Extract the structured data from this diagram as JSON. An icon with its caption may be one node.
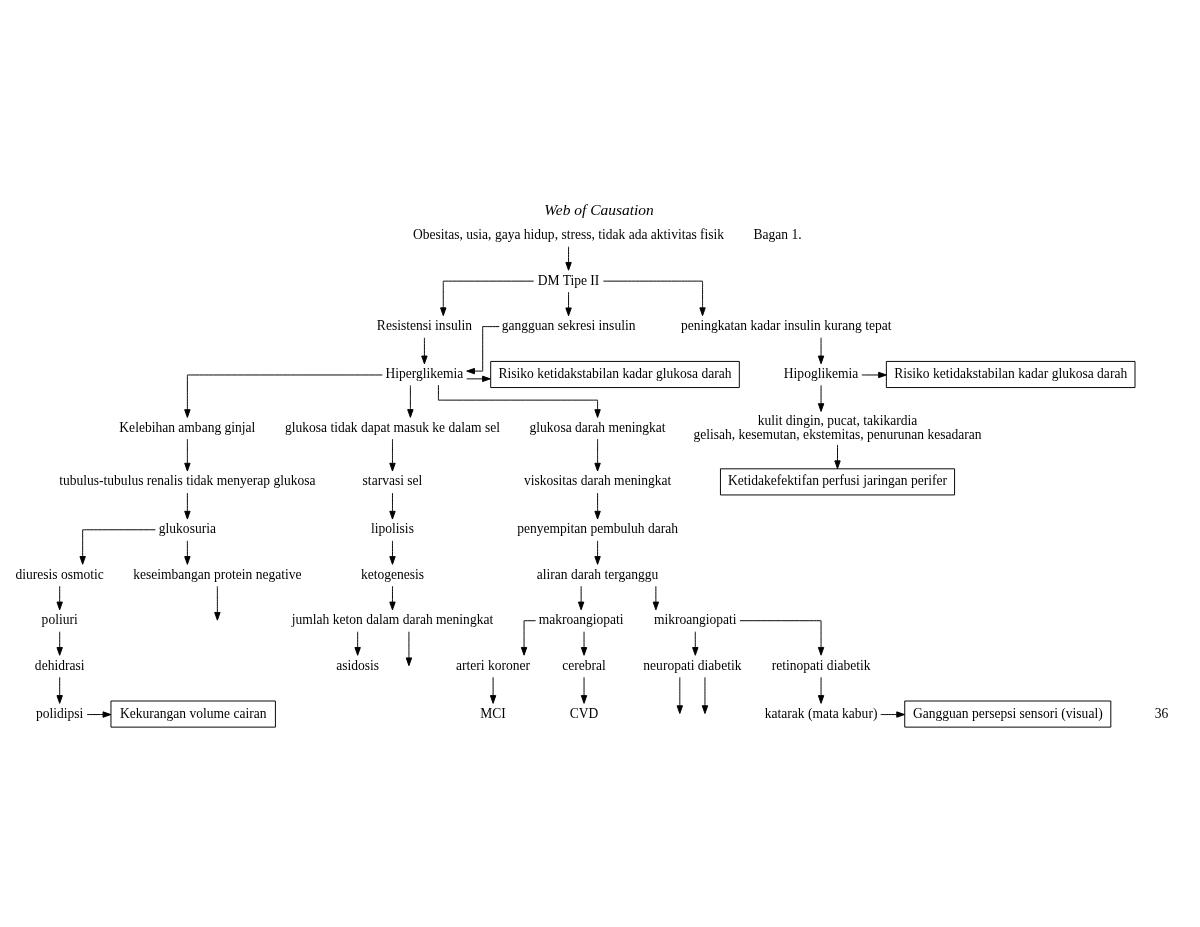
{
  "diagram": {
    "title": "Web of Causation",
    "nodes": [
      {
        "text": [
          "Obesitas, usia, gaya hidup, stress, tidak ada aktivitas fisik"
        ]
      },
      {
        "text": [
          "DM Tipe II"
        ]
      },
      {
        "text": [
          "Resistensi insulin"
        ]
      },
      {
        "text": [
          "gangguan sekresi insulin"
        ]
      },
      {
        "text": [
          "peningkatan kadar insulin kurang tepat"
        ]
      },
      {
        "text": [
          "Risiko ketidakstabilan kadar glukosa darah"
        ]
      },
      {
        "text": [
          "Hiperglikemia"
        ]
      },
      {
        "text": [
          "Risiko ketidakstabilan kadar glukosa darah"
        ]
      },
      {
        "text": [
          "Hipoglikemia"
        ]
      },
      {
        "text": [
          "Kelebihan ambang ginjal"
        ]
      },
      {
        "text": [
          "glukosa tidak dapat masuk ke dalam sel"
        ]
      },
      {
        "text": [
          "glukosa darah meningkat"
        ]
      },
      {
        "text": [
          "kulit dingin, pucat, takikardia",
          "gelisah, kesemutan, ekstemitas, penurunan kesadaran"
        ]
      },
      {
        "text": [
          "tubulus-tubulus renalis tidak menyerap glukosa"
        ]
      },
      {
        "text": [
          "glukosuria"
        ]
      },
      {
        "text": [
          "starvasi sel"
        ]
      },
      {
        "text": [
          "viskositas darah meningkat"
        ]
      },
      {
        "text": [
          "Ketidakefektifan perfusi jaringan perifer"
        ]
      },
      {
        "text": [
          "diuresis osmotic"
        ]
      },
      {
        "text": [
          "lipolisis"
        ]
      },
      {
        "text": [
          "penyempitan pembuluh darah"
        ]
      },
      {
        "text": [
          "poliuri"
        ]
      },
      {
        "text": [
          "ketogenesis"
        ]
      },
      {
        "text": [
          "aliran darah terganggu"
        ]
      },
      {
        "text": [
          "dehidrasi"
        ]
      },
      {
        "text": [
          "jumlah keton dalam darah meningkat"
        ]
      },
      {
        "text": [
          "makroangiopati"
        ]
      },
      {
        "text": [
          "mikroangiopati"
        ]
      },
      {
        "text": [
          "Kekurangan volume cairan"
        ]
      },
      {
        "text": [
          "polidipsi"
        ]
      },
      {
        "text": [
          "arteri koroner"
        ]
      },
      {
        "text": [
          "cerebral"
        ]
      },
      {
        "text": [
          "neuropati diabetik"
        ]
      },
      {
        "text": [
          "retinopati diabetik"
        ]
      },
      {
        "text": [
          "keseimbangan protein negative"
        ]
      },
      {
        "text": [
          "asidosis"
        ]
      },
      {
        "text": [
          "MCI"
        ]
      },
      {
        "text": [
          "CVD"
        ]
      },
      {
        "text": [
          "katarak (mata kabur)"
        ]
      },
      {
        "text": [
          "Gangguan persepsi sensori (visual)"
        ]
      }
    ],
    "edges": [
      {
        "from": 0,
        "to": 1,
        "arrow": "to"
      },
      {
        "from": 1,
        "to": 2,
        "arrow": "to"
      },
      {
        "from": 1,
        "to": 3,
        "arrow": "to"
      },
      {
        "from": 1,
        "to": 4,
        "arrow": "to"
      },
      {
        "from": 2,
        "to": 6,
        "arrow": "to"
      },
      {
        "from": 3,
        "to": 6,
        "arrow": "to"
      },
      {
        "from": 6,
        "to": 5,
        "arrow": "to"
      },
      {
        "from": 4,
        "to": 8,
        "arrow": "to"
      },
      {
        "from": 8,
        "to": 7,
        "arrow": "to"
      },
      {
        "from": 6,
        "to": 9,
        "arrow": "to"
      },
      {
        "from": 6,
        "to": 10,
        "arrow": "to"
      },
      {
        "from": 6,
        "to": 11,
        "arrow": "to"
      },
      {
        "from": 8,
        "to": 12,
        "arrow": "to"
      },
      {
        "from": 9,
        "to": 13,
        "arrow": "to"
      },
      {
        "from": 13,
        "to": 14,
        "arrow": "to"
      },
      {
        "from": 10,
        "to": 15,
        "arrow": "to"
      },
      {
        "from": 11,
        "to": 16,
        "arrow": "to"
      },
      {
        "from": 12,
        "to": 17,
        "arrow": "to"
      },
      {
        "from": 14,
        "to": 18,
        "arrow": "to"
      },
      {
        "from": 14,
        "to": 34,
        "arrow": "to"
      },
      {
        "from": 15,
        "to": 19,
        "arrow": "to"
      },
      {
        "from": 16,
        "to": 20,
        "arrow": "to"
      },
      {
        "from": 18,
        "to": 21,
        "arrow": "to"
      },
      {
        "from": 19,
        "to": 22,
        "arrow": "to"
      },
      {
        "from": 20,
        "to": 23,
        "arrow": "to"
      },
      {
        "from": 21,
        "to": 24,
        "arrow": "to"
      },
      {
        "from": 22,
        "to": 25,
        "arrow": "to"
      },
      {
        "from": 23,
        "to": 26,
        "arrow": "to"
      },
      {
        "from": 23,
        "to": 27,
        "arrow": "to"
      },
      {
        "from": 24,
        "to": 29,
        "arrow": "to"
      },
      {
        "from": 29,
        "to": 28,
        "arrow": "to"
      },
      {
        "from": 25,
        "to": 35,
        "arrow": "to"
      },
      {
        "from": 25,
        "to": null,
        "arrow": "to"
      },
      {
        "from": 26,
        "to": 30,
        "arrow": "to"
      },
      {
        "from": 26,
        "to": 31,
        "arrow": "to"
      },
      {
        "from": 27,
        "to": 32,
        "arrow": "to"
      },
      {
        "from": 27,
        "to": 33,
        "arrow": "to"
      },
      {
        "from": 30,
        "to": 36,
        "arrow": "to"
      },
      {
        "from": 31,
        "to": 37,
        "arrow": "to"
      },
      {
        "from": 32,
        "to": null,
        "arrow": "to"
      },
      {
        "from": 32,
        "to": null,
        "arrow": "to"
      },
      {
        "from": 33,
        "to": 38,
        "arrow": "to"
      },
      {
        "from": 38,
        "to": 39,
        "arrow": "to"
      },
      {
        "from": 34,
        "to": null,
        "arrow": "to"
      }
    ],
    "labels": [
      "Bagan 1.",
      "36"
    ]
  }
}
